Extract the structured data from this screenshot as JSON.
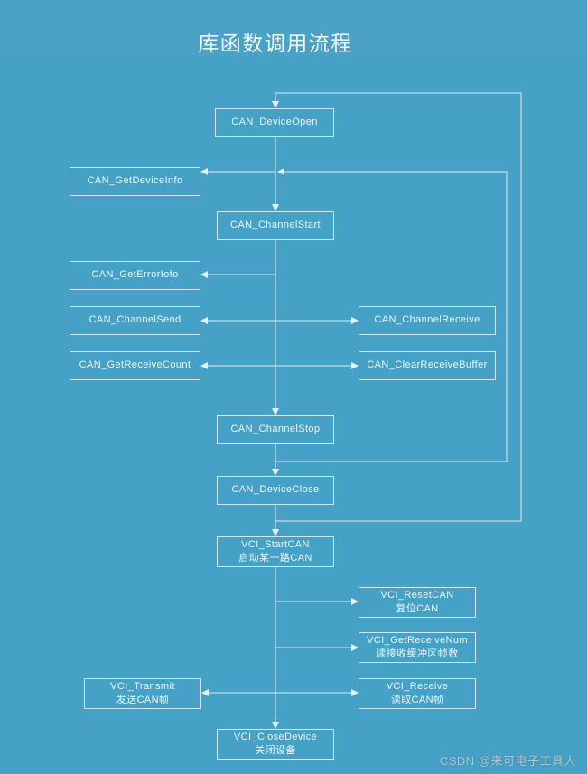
{
  "page": {
    "title": "库函数调用流程",
    "watermark": "CSDN @来可电子工具人",
    "colors": {
      "background": "#45a1c5",
      "line": "#ddecf3",
      "box_border": "#e8f2f7",
      "text": "#edf5f9",
      "watermark": "#b4c3ca"
    }
  },
  "nodes": {
    "can_device_open": {
      "label": "CAN_DeviceOpen"
    },
    "can_get_device_info": {
      "label": "CAN_GetDeviceInfo"
    },
    "can_channel_start": {
      "label": "CAN_ChannelStart"
    },
    "can_get_error_iofo": {
      "label": "CAN_GetErrorIofo"
    },
    "can_channel_send": {
      "label": "CAN_ChannelSend"
    },
    "can_channel_receive": {
      "label": "CAN_ChannelReceive"
    },
    "can_get_receive_count": {
      "label": "CAN_GetReceiveCount"
    },
    "can_clear_receive_buffer": {
      "label": "CAN_ClearReceiveBuffer"
    },
    "can_channel_stop": {
      "label": "CAN_ChannelStop"
    },
    "can_device_close": {
      "label": "CAN_DeviceClose"
    },
    "vci_start_can": {
      "label": "VCI_StartCAN",
      "sublabel": "启动某一路CAN"
    },
    "vci_reset_can": {
      "label": "VCI_ResetCAN",
      "sublabel": "复位CAN"
    },
    "vci_get_receive_num": {
      "label": "VCI_GetReceiveNum",
      "sublabel": "读接收缓冲区帧数"
    },
    "vci_transmit": {
      "label": "VCI_Transmit",
      "sublabel": "发送CAN帧"
    },
    "vci_receive": {
      "label": "VCI_Receive",
      "sublabel": "读取CAN帧"
    },
    "vci_close_device": {
      "label": "VCI_CloseDevice",
      "sublabel": "关闭设备"
    }
  },
  "edges": [
    {
      "from": "can_device_open",
      "to": "can_channel_start",
      "type": "arrow"
    },
    {
      "from": "main-flow",
      "to": "can_get_device_info",
      "type": "arrow"
    },
    {
      "from": "can_channel_stop",
      "to": "main-flow-above-channel-start",
      "type": "loop"
    },
    {
      "from": "main-flow",
      "to": "can_get_error_iofo",
      "type": "arrow"
    },
    {
      "from": "main-flow",
      "to": "can_channel_send",
      "type": "arrow"
    },
    {
      "from": "main-flow",
      "to": "can_channel_receive",
      "type": "arrow"
    },
    {
      "from": "main-flow",
      "to": "can_get_receive_count",
      "type": "arrow"
    },
    {
      "from": "main-flow",
      "to": "can_clear_receive_buffer",
      "type": "arrow"
    },
    {
      "from": "can_channel_start",
      "to": "can_channel_stop",
      "type": "arrow"
    },
    {
      "from": "can_channel_stop",
      "to": "can_device_close",
      "type": "arrow"
    },
    {
      "from": "can_device_close",
      "to": "can_device_open",
      "type": "loop"
    },
    {
      "from": "can_device_close",
      "to": "vci_start_can",
      "type": "arrow"
    },
    {
      "from": "vci_start_can",
      "to": "vci_reset_can",
      "type": "arrow"
    },
    {
      "from": "vci_start_can",
      "to": "vci_get_receive_num",
      "type": "arrow"
    },
    {
      "from": "vci_start_can",
      "to": "vci_transmit",
      "type": "arrow"
    },
    {
      "from": "vci_start_can",
      "to": "vci_receive",
      "type": "arrow"
    },
    {
      "from": "vci_start_can",
      "to": "vci_close_device",
      "type": "arrow"
    }
  ]
}
